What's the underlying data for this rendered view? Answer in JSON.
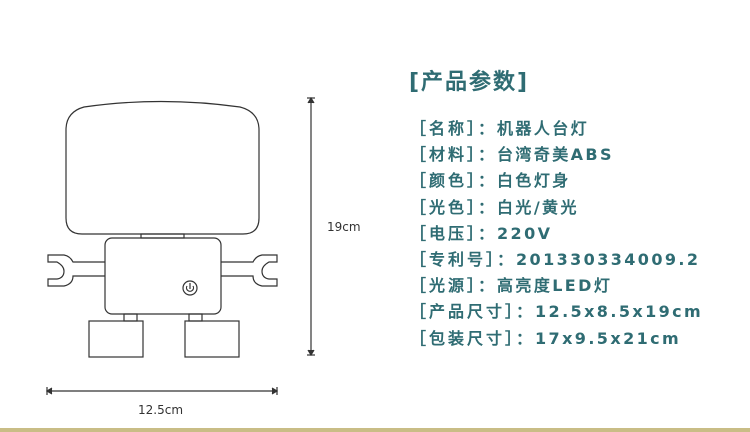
{
  "dimensions": {
    "height": "19cm",
    "width": "12.5cm"
  },
  "title": "[产品参数]",
  "specs": [
    {
      "label": "［名称］：",
      "value": "机器人台灯"
    },
    {
      "label": "［材料］：",
      "value": "台湾奇美ABS"
    },
    {
      "label": "［颜色］：",
      "value": "白色灯身"
    },
    {
      "label": "［光色］：",
      "value": "白光/黄光"
    },
    {
      "label": "［电压］：",
      "value": "220V"
    },
    {
      "label": "［专利号］：",
      "value": "201330334009.2"
    },
    {
      "label": "［光源］：",
      "value": "高亮度LED灯"
    },
    {
      "label": "［产品尺寸］：",
      "value": "12.5x8.5x19cm"
    },
    {
      "label": "［包装尺寸］：",
      "value": "17x9.5x21cm"
    }
  ],
  "colors": {
    "text": "#2f6c73",
    "strip": "#c9bd86"
  }
}
